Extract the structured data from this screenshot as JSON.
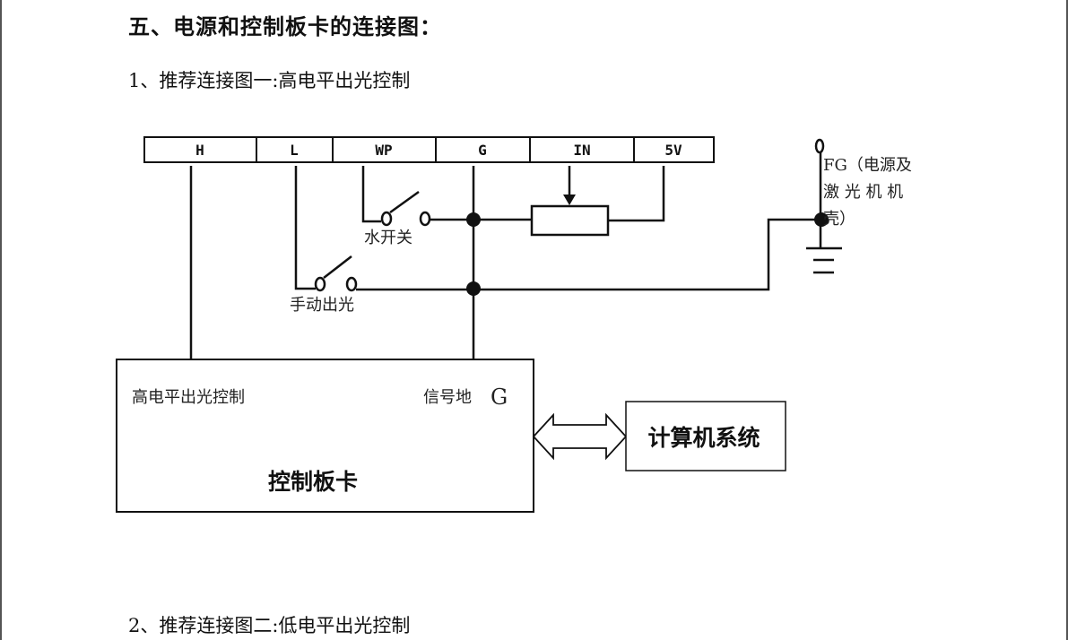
{
  "document": {
    "section_heading": "五、电源和控制板卡的连接图：",
    "subheading_1": "1、推荐连接图一:高电平出光控制",
    "subheading_2": "2、推荐连接图二:低电平出光控制"
  },
  "diagram": {
    "terminals": [
      "H",
      "L",
      "WP",
      "G",
      "IN",
      "5V"
    ],
    "labels": {
      "water_switch": "水开关",
      "manual_emit": "手动出光",
      "fg_line1": "FG（电源及",
      "fg_line2": "激 光 机 机",
      "fg_line3": "壳）",
      "board_left": "高电平出光控制",
      "board_signal_ground": "信号地",
      "board_signal_ground_letter": "G",
      "board_title": "控制板卡",
      "computer": "计算机系统"
    },
    "icons": {
      "switch": "switch-icon",
      "potentiometer": "potentiometer-icon",
      "ground": "ground-icon",
      "bidirectional_arrow": "double-arrow-icon"
    }
  }
}
